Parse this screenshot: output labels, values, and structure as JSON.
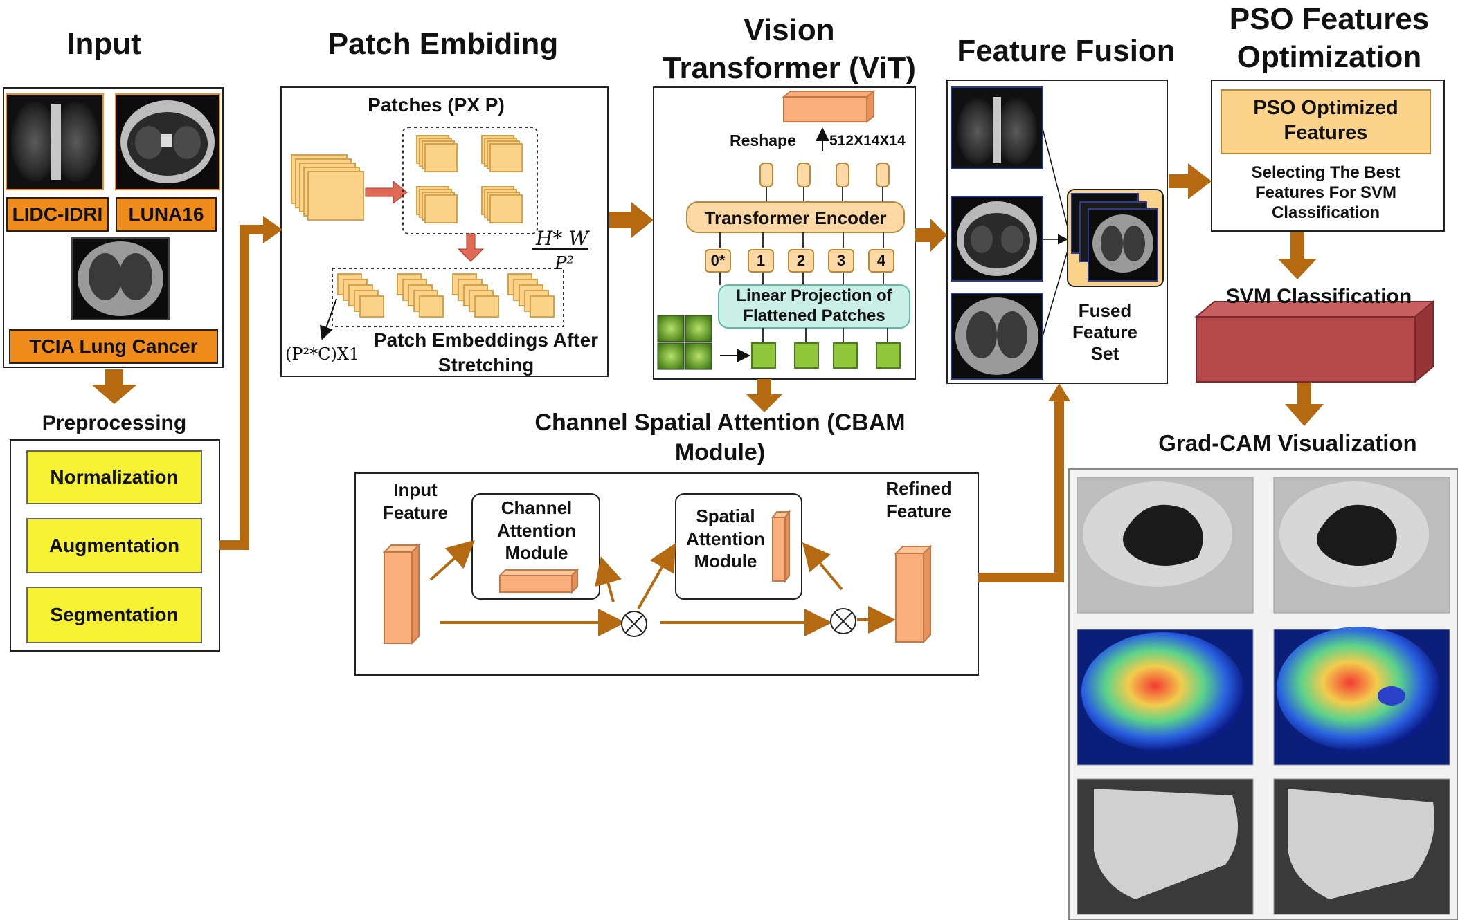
{
  "sections": {
    "input": "Input",
    "patch": "Patch Embiding",
    "vit_line1": "Vision",
    "vit_line2": "Transformer (ViT)",
    "fusion": "Feature Fusion",
    "pso_line1": "PSO Features",
    "pso_line2": "Optimization",
    "cbam_line1": "Channel Spatial Attention (CBAM",
    "cbam_line2": "Module)",
    "svm": "SVM Classification",
    "gradcam": "Grad-CAM Visualization",
    "preprocessing": "Preprocessing"
  },
  "input": {
    "datasets": [
      "LIDC-IDRI",
      "LUNA16",
      "TCIA Lung Cancer"
    ]
  },
  "preprocessing": {
    "steps": [
      "Normalization",
      "Augmentation",
      "Segmentation"
    ]
  },
  "patch_embedding": {
    "patches_label": "Patches (PX P)",
    "formula_num": "H* W",
    "formula_den": "P²",
    "dim_label": "(P²*C)X1",
    "embed_line1": "Patch Embeddings After",
    "embed_line2": "Stretching"
  },
  "vit": {
    "reshape": "Reshape",
    "dims": "512X14X14",
    "encoder": "Transformer Encoder",
    "tokens": [
      "0*",
      "1",
      "2",
      "3",
      "4"
    ],
    "projection_line1": "Linear Projection of",
    "projection_line2": "Flattened Patches"
  },
  "fusion": {
    "fused_line1": "Fused",
    "fused_line2": "Feature",
    "fused_line3": "Set"
  },
  "pso": {
    "box_line1": "PSO Optimized",
    "box_line2": "Features",
    "desc_line1": "Selecting The Best",
    "desc_line2": "Features For SVM",
    "desc_line3": "Classification"
  },
  "cbam": {
    "input_line1": "Input",
    "input_line2": "Feature",
    "channel_line1": "Channel",
    "channel_line2": "Attention",
    "channel_line3": "Module",
    "spatial_line1": "Spatial",
    "spatial_line2": "Attention",
    "spatial_line3": "Module",
    "refined_line1": "Refined",
    "refined_line2": "Feature"
  },
  "colors": {
    "arrow": "#b56a12",
    "dataset_label": "#f08c1c",
    "preprocess_box": "#f6f132",
    "patch_fill": "#fbd28a",
    "feature_fill": "#f9ae7c",
    "encoder_fill": "#fcd9a4",
    "projection_fill": "#c9efe6",
    "green_token": "#8fc63a",
    "svm_box": "#b5484a",
    "pso_box": "#fbd38a"
  }
}
